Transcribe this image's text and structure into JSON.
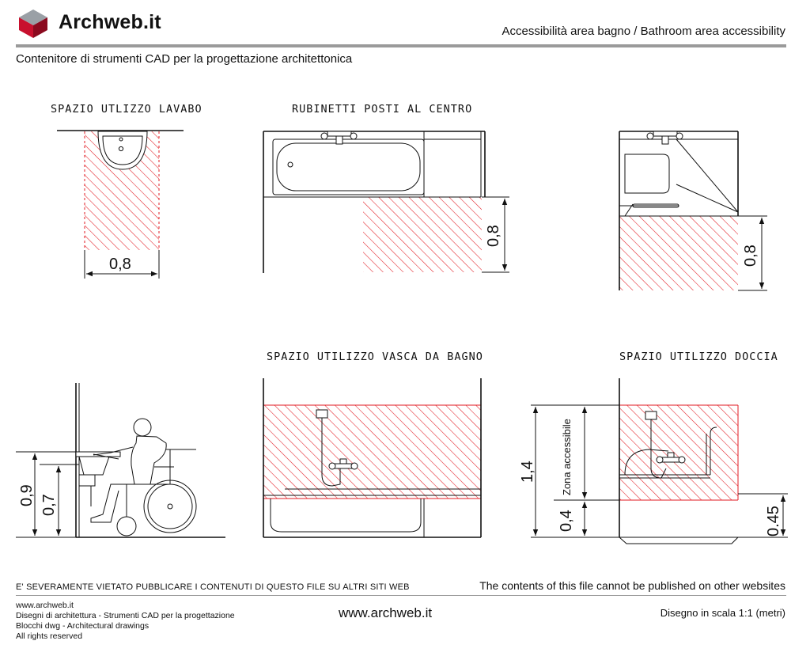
{
  "header": {
    "logo_text": "Archweb.it",
    "title": "Accessibilità area bagno  /  Bathroom area accessibility",
    "subtitle": "Contenitore di strumenti CAD per la progettazione architettonica"
  },
  "drawings": {
    "sink": {
      "label": "SPAZIO UTLIZZO LAVABO",
      "dim_width": "0,8"
    },
    "taps": {
      "label": "RUBINETTI POSTI AL CENTRO",
      "dim_depth": "0,8"
    },
    "shower_plan": {
      "dim_depth": "0,8"
    },
    "wheelchair": {
      "dim_high": "0,9",
      "dim_low": "0,7"
    },
    "bathtub": {
      "label": "SPAZIO UTILIZZO VASCA DA BAGNO"
    },
    "shower": {
      "label": "SPAZIO UTILIZZO DOCCIA",
      "dim_total": "1,4",
      "dim_base": "0,4",
      "zone_label": "Zona accessibile",
      "dim_side": "0.45"
    }
  },
  "footer": {
    "notice_it": "E' SEVERAMENTE VIETATO PUBBLICARE I CONTENUTI DI QUESTO FILE SU ALTRI SITI WEB",
    "notice_en": "The contents of this file cannot be published on other websites",
    "left_lines": [
      "www.archweb.it",
      "Disegni di architettura - Strumenti CAD  per la progettazione",
      "Blocchi dwg - Architectural drawings",
      "All rights reserved"
    ],
    "center_url": "www.archweb.it",
    "scale": "Disegno in scala 1:1 (metri)"
  },
  "colors": {
    "hatch": "#e21b23",
    "rule": "#9a9a9a",
    "logo_red": "#c8102e",
    "ink": "#111111"
  },
  "icons": {
    "logo": "cube-logo-icon"
  }
}
